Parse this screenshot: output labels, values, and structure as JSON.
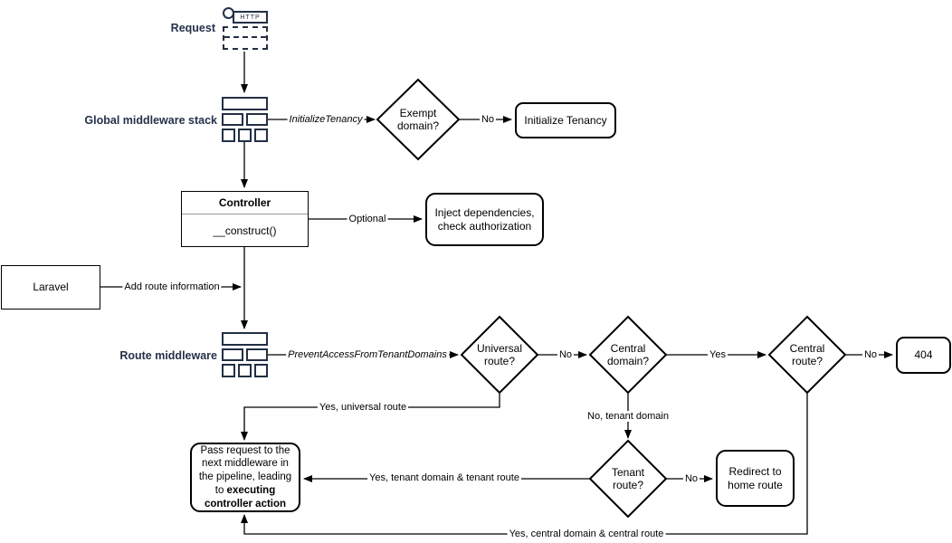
{
  "colors": {
    "background": "#ffffff",
    "shape_stroke": "#000000",
    "icon_accent": "#232f44",
    "stage_label": "#25324a"
  },
  "stage_labels": {
    "request": "Request",
    "global_middleware": "Global middleware stack",
    "route_middleware": "Route middleware"
  },
  "icons": {
    "http": "HTTP"
  },
  "nodes": {
    "exempt_domain": "Exempt domain?",
    "initialize_tenancy": "Initialize Tenancy",
    "controller_title": "Controller",
    "controller_method": "__construct()",
    "inject_dependencies": "Inject dependencies, check authorization",
    "laravel": "Laravel",
    "universal_route": "Universal route?",
    "central_domain": "Central domain?",
    "central_route": "Central route?",
    "not_found": "404",
    "tenant_route": "Tenant route?",
    "redirect_home": "Redirect to home route",
    "pass_request_pre": "Pass request to the next middleware in the pipeline, leading to ",
    "pass_request_bold": "executing controller action"
  },
  "edge_labels": {
    "initialize_tenancy": "InitializeTenancy",
    "exempt_no": "No",
    "optional": "Optional",
    "add_route_information": "Add route information",
    "prevent_access": "PreventAccessFromTenantDomains",
    "universal_no": "No",
    "central_domain_yes": "Yes",
    "central_route_no": "No",
    "yes_universal_route": "Yes, universal route",
    "no_tenant_domain": "No, tenant domain",
    "tenant_route_no": "No",
    "yes_tenant_domain_route": "Yes, tenant domain & tenant route",
    "yes_central_domain_route": "Yes, central domain & central route"
  }
}
